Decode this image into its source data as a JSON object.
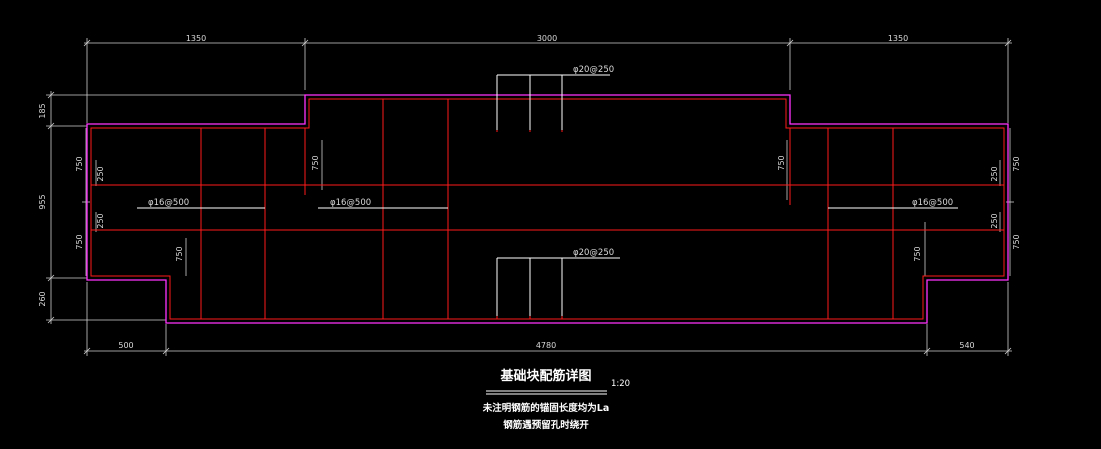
{
  "drawing": {
    "title": "基础块配筋详图",
    "scale": "1:20",
    "note_line1": "未注明钢筋的锚固长度均为La",
    "note_line2": "钢筋遇预留孔时绕开",
    "top_dims": [
      "1350",
      "3000",
      "1350"
    ],
    "bottom_dims": [
      "500",
      "4780",
      "540"
    ],
    "left_dims": [
      "185",
      "955",
      "260"
    ],
    "left_sub_dims": [
      "750",
      "750"
    ],
    "right_dims": [
      "750",
      "750"
    ],
    "inner_dims": [
      "250",
      "250",
      "750",
      "750",
      "750",
      "250",
      "250",
      "750"
    ],
    "rebar_top": "φ20@250",
    "rebar_bottom": "φ20@250",
    "rebar_mid_left": "φ16@500",
    "rebar_mid_center": "φ16@500",
    "rebar_mid_right": "φ16@500"
  }
}
